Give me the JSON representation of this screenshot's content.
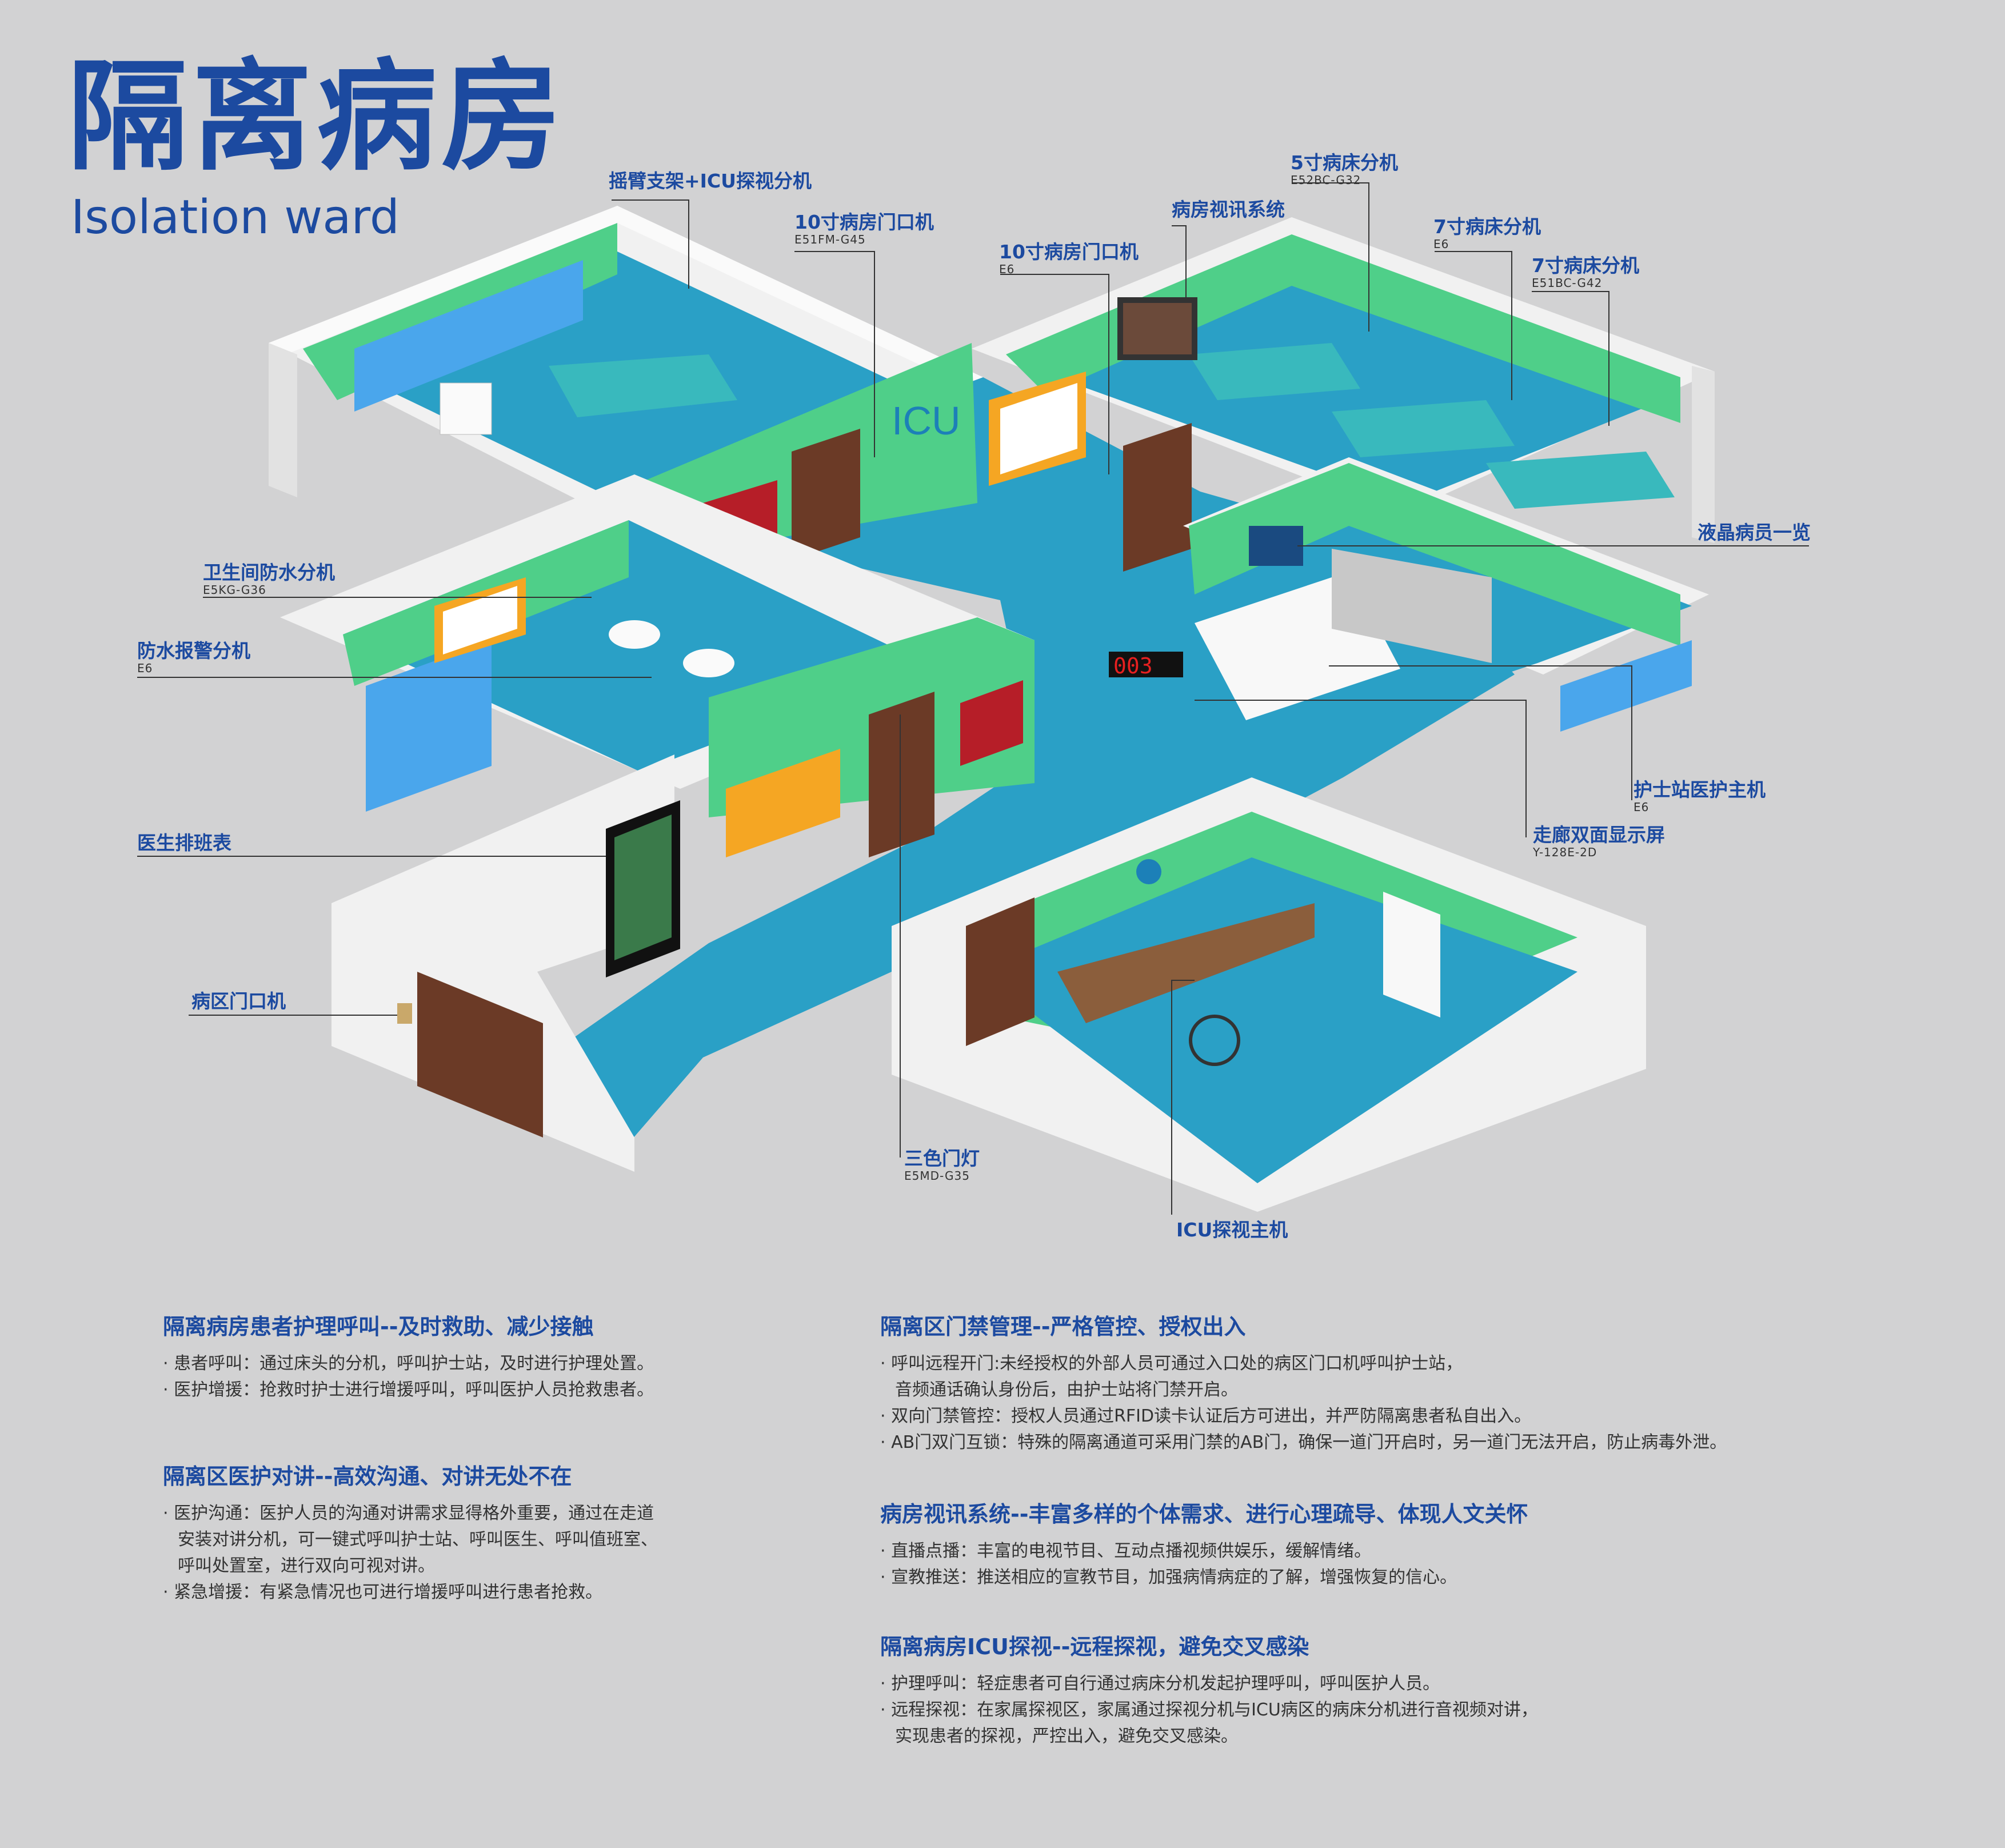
{
  "header": {
    "title_cn": "隔离病房",
    "title_en": "Isolation ward"
  },
  "callouts": {
    "rocker_arm": {
      "label": "摇臂支架+ICU探视分机"
    },
    "door_10_left": {
      "label": "10寸病房门口机",
      "model": "E51FM-G45"
    },
    "door_10_mid": {
      "label": "10寸病房门口机",
      "model": "E6"
    },
    "video_system": {
      "label": "病房视讯系统"
    },
    "bed_5": {
      "label": "5寸病床分机",
      "model": "E52BC-G32"
    },
    "bed_7a": {
      "label": "7寸病床分机",
      "model": "E6"
    },
    "bed_7b": {
      "label": "7寸病床分机",
      "model": "E51BC-G42"
    },
    "lcd_list": {
      "label": "液晶病员一览"
    },
    "toilet_unit": {
      "label": "卫生间防水分机",
      "model": "E5KG-G36"
    },
    "waterproof_alarm": {
      "label": "防水报警分机",
      "model": "E6"
    },
    "nurse_host": {
      "label": "护士站医护主机",
      "model": "E6"
    },
    "corridor_display": {
      "label": "走廊双面显示屏",
      "model": "Y-128E-2D"
    },
    "schedule": {
      "label": "医生排班表"
    },
    "ward_door": {
      "label": "病区门口机"
    },
    "tricolor": {
      "label": "三色门灯",
      "model": "E5MD-G35"
    },
    "icu_host": {
      "label": "ICU探视主机"
    }
  },
  "scene_text": {
    "icu_sign": "ICU",
    "led_display": "003"
  },
  "sections": {
    "s1": {
      "heading": "隔离病房患者护理呼叫--及时救助、减少接触",
      "items": [
        [
          "· 患者呼叫：通过床头的分机，呼叫护士站，及时进行护理处置。"
        ],
        [
          "· 医护增援：抢救时护士进行增援呼叫，呼叫医护人员抢救患者。"
        ]
      ]
    },
    "s2": {
      "heading": "隔离区医护对讲--高效沟通、对讲无处不在",
      "items": [
        [
          "· 医护沟通：医护人员的沟通对讲需求显得格外重要，通过在走道",
          "安装对讲分机，可一键式呼叫护士站、呼叫医生、呼叫值班室、",
          "呼叫处置室，进行双向可视对讲。"
        ],
        [
          "· 紧急增援：有紧急情况也可进行增援呼叫进行患者抢救。"
        ]
      ]
    },
    "s3": {
      "heading": "隔离区门禁管理--严格管控、授权出入",
      "items": [
        [
          "· 呼叫远程开门:未经授权的外部人员可通过入口处的病区门口机呼叫护士站，",
          "音频通话确认身份后，由护士站将门禁开启。"
        ],
        [
          "· 双向门禁管控：授权人员通过RFID读卡认证后方可进出，并严防隔离患者私自出入。"
        ],
        [
          "· AB门双门互锁：特殊的隔离通道可采用门禁的AB门，确保一道门开启时，另一道门无法开启，防止病毒外泄。"
        ]
      ]
    },
    "s4": {
      "heading": "病房视讯系统--丰富多样的个体需求、进行心理疏导、体现人文关怀",
      "items": [
        [
          "· 直播点播：丰富的电视节目、互动点播视频供娱乐，缓解情绪。"
        ],
        [
          "· 宣教推送：推送相应的宣教节目，加强病情病症的了解，增强恢复的信心。"
        ]
      ]
    },
    "s5": {
      "heading": "隔离病房ICU探视--远程探视，避免交叉感染",
      "items": [
        [
          "· 护理呼叫：轻症患者可自行通过病床分机发起护理呼叫，呼叫医护人员。"
        ],
        [
          "· 远程探视：在家属探视区，家属通过探视分机与ICU病区的病床分机进行音视频对讲，",
          "实现患者的探视，严控出入，避免交叉感染。"
        ]
      ]
    }
  },
  "colors": {
    "title": "#1c4aa0",
    "background": "#d2d2d3",
    "wall": "#f4f4f4",
    "wall_shade": "#d9d9d9",
    "wall_green": "#4fcf89",
    "floor": "#2aa0c6",
    "door": "#6b3a26",
    "bed": "#39b9bd"
  }
}
